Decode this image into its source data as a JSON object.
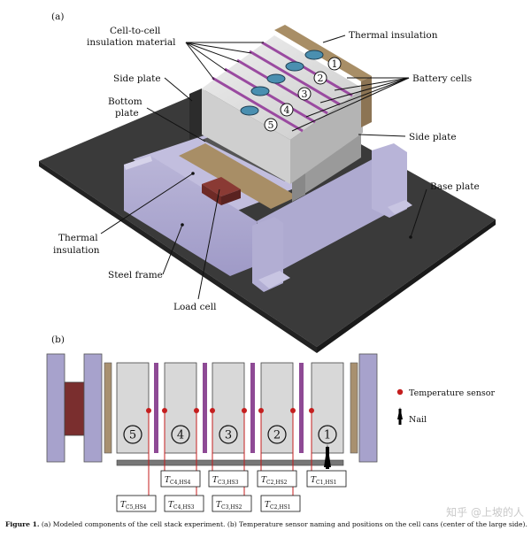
{
  "panel_a": {
    "tag": "(a)",
    "labels": {
      "cell_to_cell_1": "Cell-to-cell",
      "cell_to_cell_2": "insulation material",
      "thermal_insulation_top": "Thermal insulation",
      "side_plate_left": "Side plate",
      "battery_cells": "Battery cells",
      "bottom_plate_1": "Bottom",
      "bottom_plate_2": "plate",
      "side_plate_right": "Side plate",
      "base_plate": "Base plate",
      "thermal_insulation_left_1": "Thermal",
      "thermal_insulation_left_2": "insulation",
      "steel_frame": "Steel frame",
      "load_cell": "Load cell"
    },
    "cell_numbers": [
      "1",
      "2",
      "3",
      "4",
      "5"
    ]
  },
  "panel_b": {
    "tag": "(b)",
    "cell_numbers": [
      "5",
      "4",
      "3",
      "2",
      "1"
    ],
    "legend": {
      "sensor": "Temperature sensor",
      "nail": "Nail"
    },
    "sensor_labels_top": [
      {
        "main": "T",
        "sub": "C4,HS4"
      },
      {
        "main": "T",
        "sub": "C3,HS3"
      },
      {
        "main": "T",
        "sub": "C2,HS2"
      },
      {
        "main": "T",
        "sub": "C1,HS1"
      }
    ],
    "sensor_labels_bottom": [
      {
        "main": "T",
        "sub": "C5,HS4"
      },
      {
        "main": "T",
        "sub": "C4,HS3"
      },
      {
        "main": "T",
        "sub": "C3,HS2"
      },
      {
        "main": "T",
        "sub": "C2,HS1"
      }
    ],
    "colors": {
      "frame": "#a7a2cc",
      "cell": "#d8d8d8",
      "insulation": "#8e4a95",
      "thermal": "#a89070",
      "load_cell": "#7a2e2e",
      "sensor": "#c41e1e"
    }
  },
  "caption": {
    "bold": "Figure 1.",
    "text": " (a) Modeled components of the cell stack experiment. (b) Temperature sensor naming and positions on the cell cans (center of the large side)."
  },
  "watermark": "知乎 @上坡的人"
}
